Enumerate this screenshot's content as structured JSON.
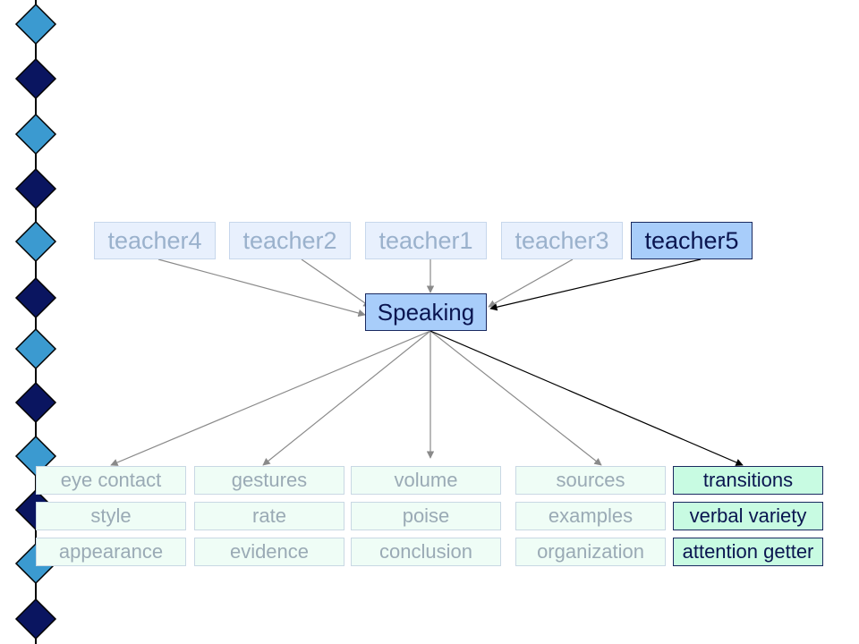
{
  "colors": {
    "diamond_light": "#3b9ad0",
    "diamond_dark": "#0a1560",
    "diamond_outline": "#000000",
    "teacher_dim_fill": "#e8f0fd",
    "teacher_dim_text": "#9ab1cc",
    "active_fill": "#a8cdfa",
    "active_text": "#0a1550",
    "skill_dim_fill": "#effdf6",
    "skill_active_fill": "#c8fbe2",
    "arrow_gray": "#8a8a8a",
    "arrow_black": "#000000"
  },
  "decor": {
    "chain_icon": "diamond-chain"
  },
  "teachers": [
    {
      "label": "teacher4",
      "active": false
    },
    {
      "label": "teacher2",
      "active": false
    },
    {
      "label": "teacher1",
      "active": false
    },
    {
      "label": "teacher3",
      "active": false
    },
    {
      "label": "teacher5",
      "active": true
    }
  ],
  "center": {
    "label": "Speaking"
  },
  "skill_columns": [
    {
      "active": false,
      "items": [
        "eye contact",
        "style",
        "appearance"
      ]
    },
    {
      "active": false,
      "items": [
        "gestures",
        "rate",
        "evidence"
      ]
    },
    {
      "active": false,
      "items": [
        "volume",
        "poise",
        "conclusion"
      ]
    },
    {
      "active": false,
      "items": [
        "sources",
        "examples",
        "organization"
      ]
    },
    {
      "active": true,
      "items": [
        "transitions",
        "verbal variety",
        "attention getter"
      ]
    }
  ]
}
